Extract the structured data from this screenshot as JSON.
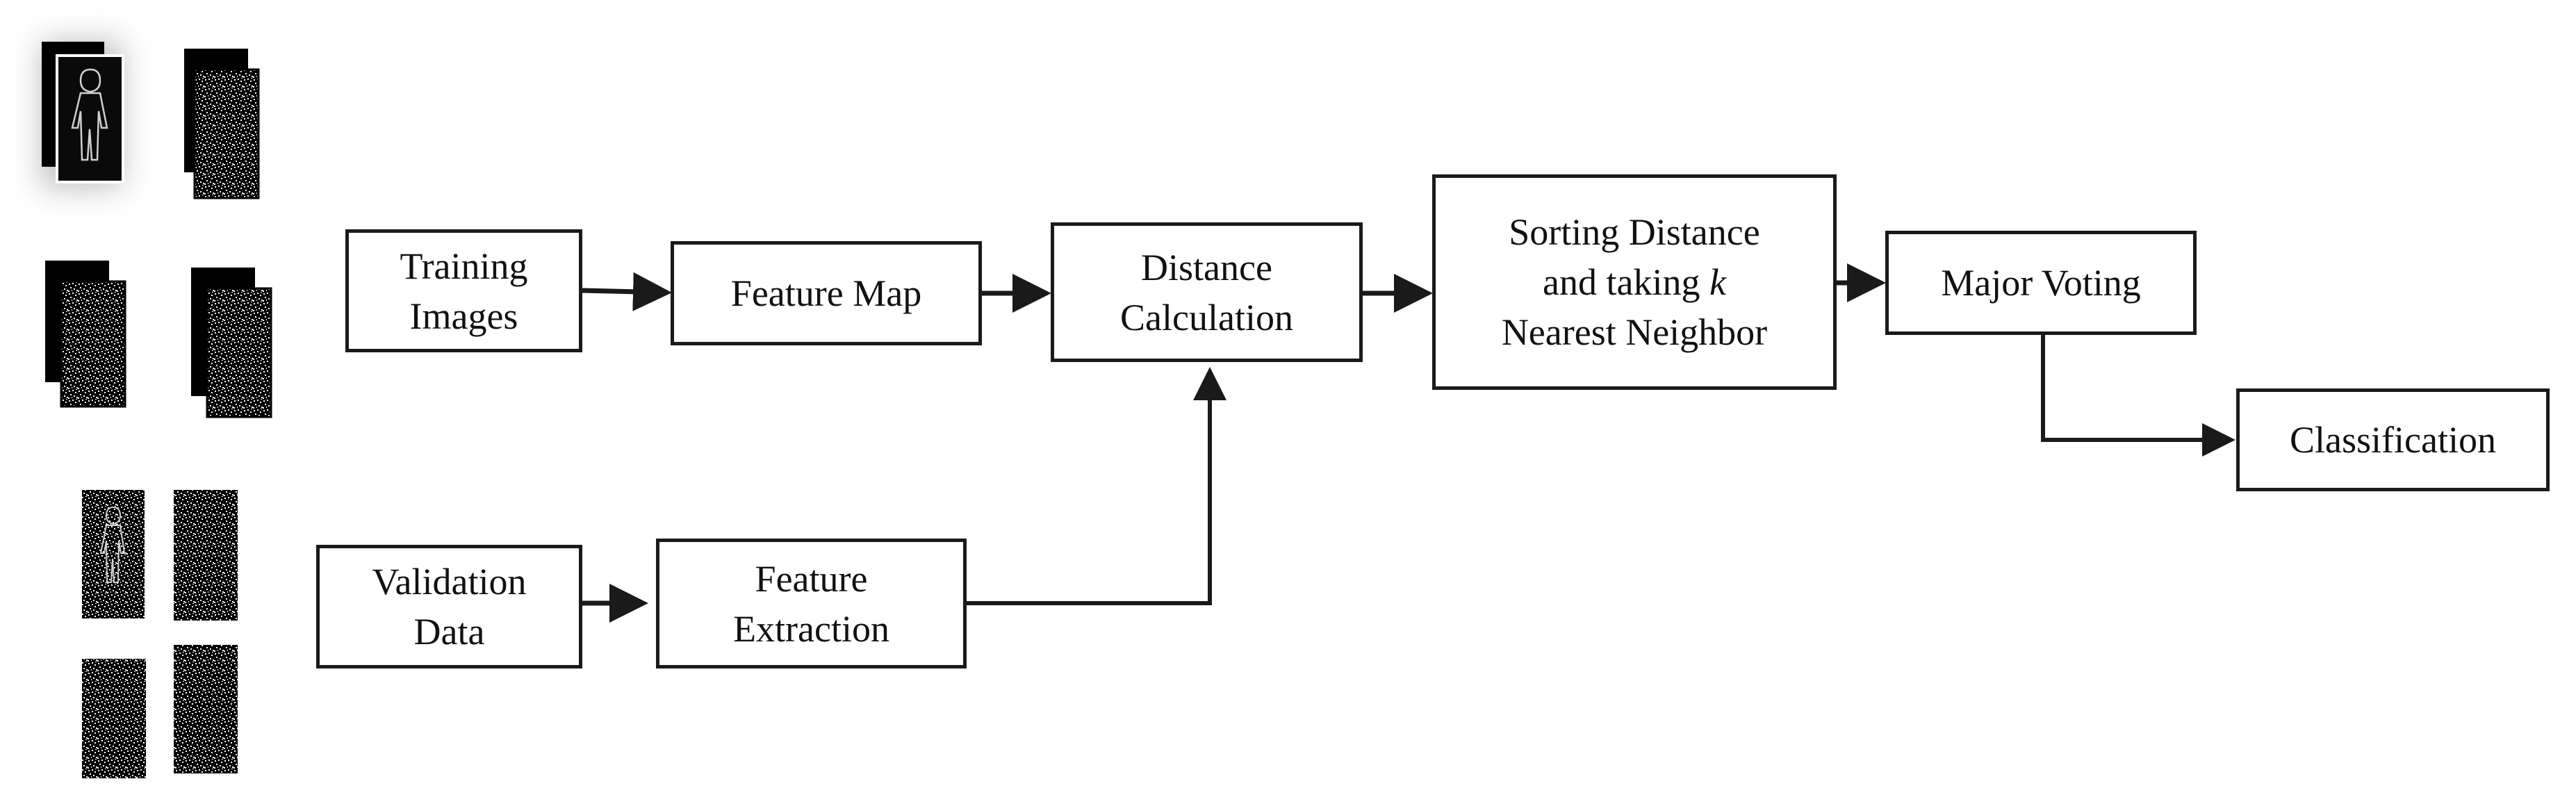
{
  "boxes": {
    "training_images": {
      "line1": "Training",
      "line2": "Images"
    },
    "feature_map": {
      "line1": "Feature Map"
    },
    "distance_calculation": {
      "line1": "Distance",
      "line2": "Calculation"
    },
    "sorting": {
      "line1": "Sorting Distance",
      "line2_prefix": "and taking ",
      "line2_k": "k",
      "line3": "Nearest Neighbor"
    },
    "major_voting": {
      "line1": "Major Voting"
    },
    "classification": {
      "line1": "Classification"
    },
    "validation_data": {
      "line1": "Validation",
      "line2": "Data"
    },
    "feature_extraction": {
      "line1": "Feature",
      "line2": "Extraction"
    }
  },
  "colors": {
    "stroke": "#1a1a1a",
    "thumbnail_bg": "#000000",
    "thumbnail_noise": "#ffffff"
  },
  "icons": [
    "noisy-image-thumbnail",
    "silhouette-image-thumbnail"
  ]
}
